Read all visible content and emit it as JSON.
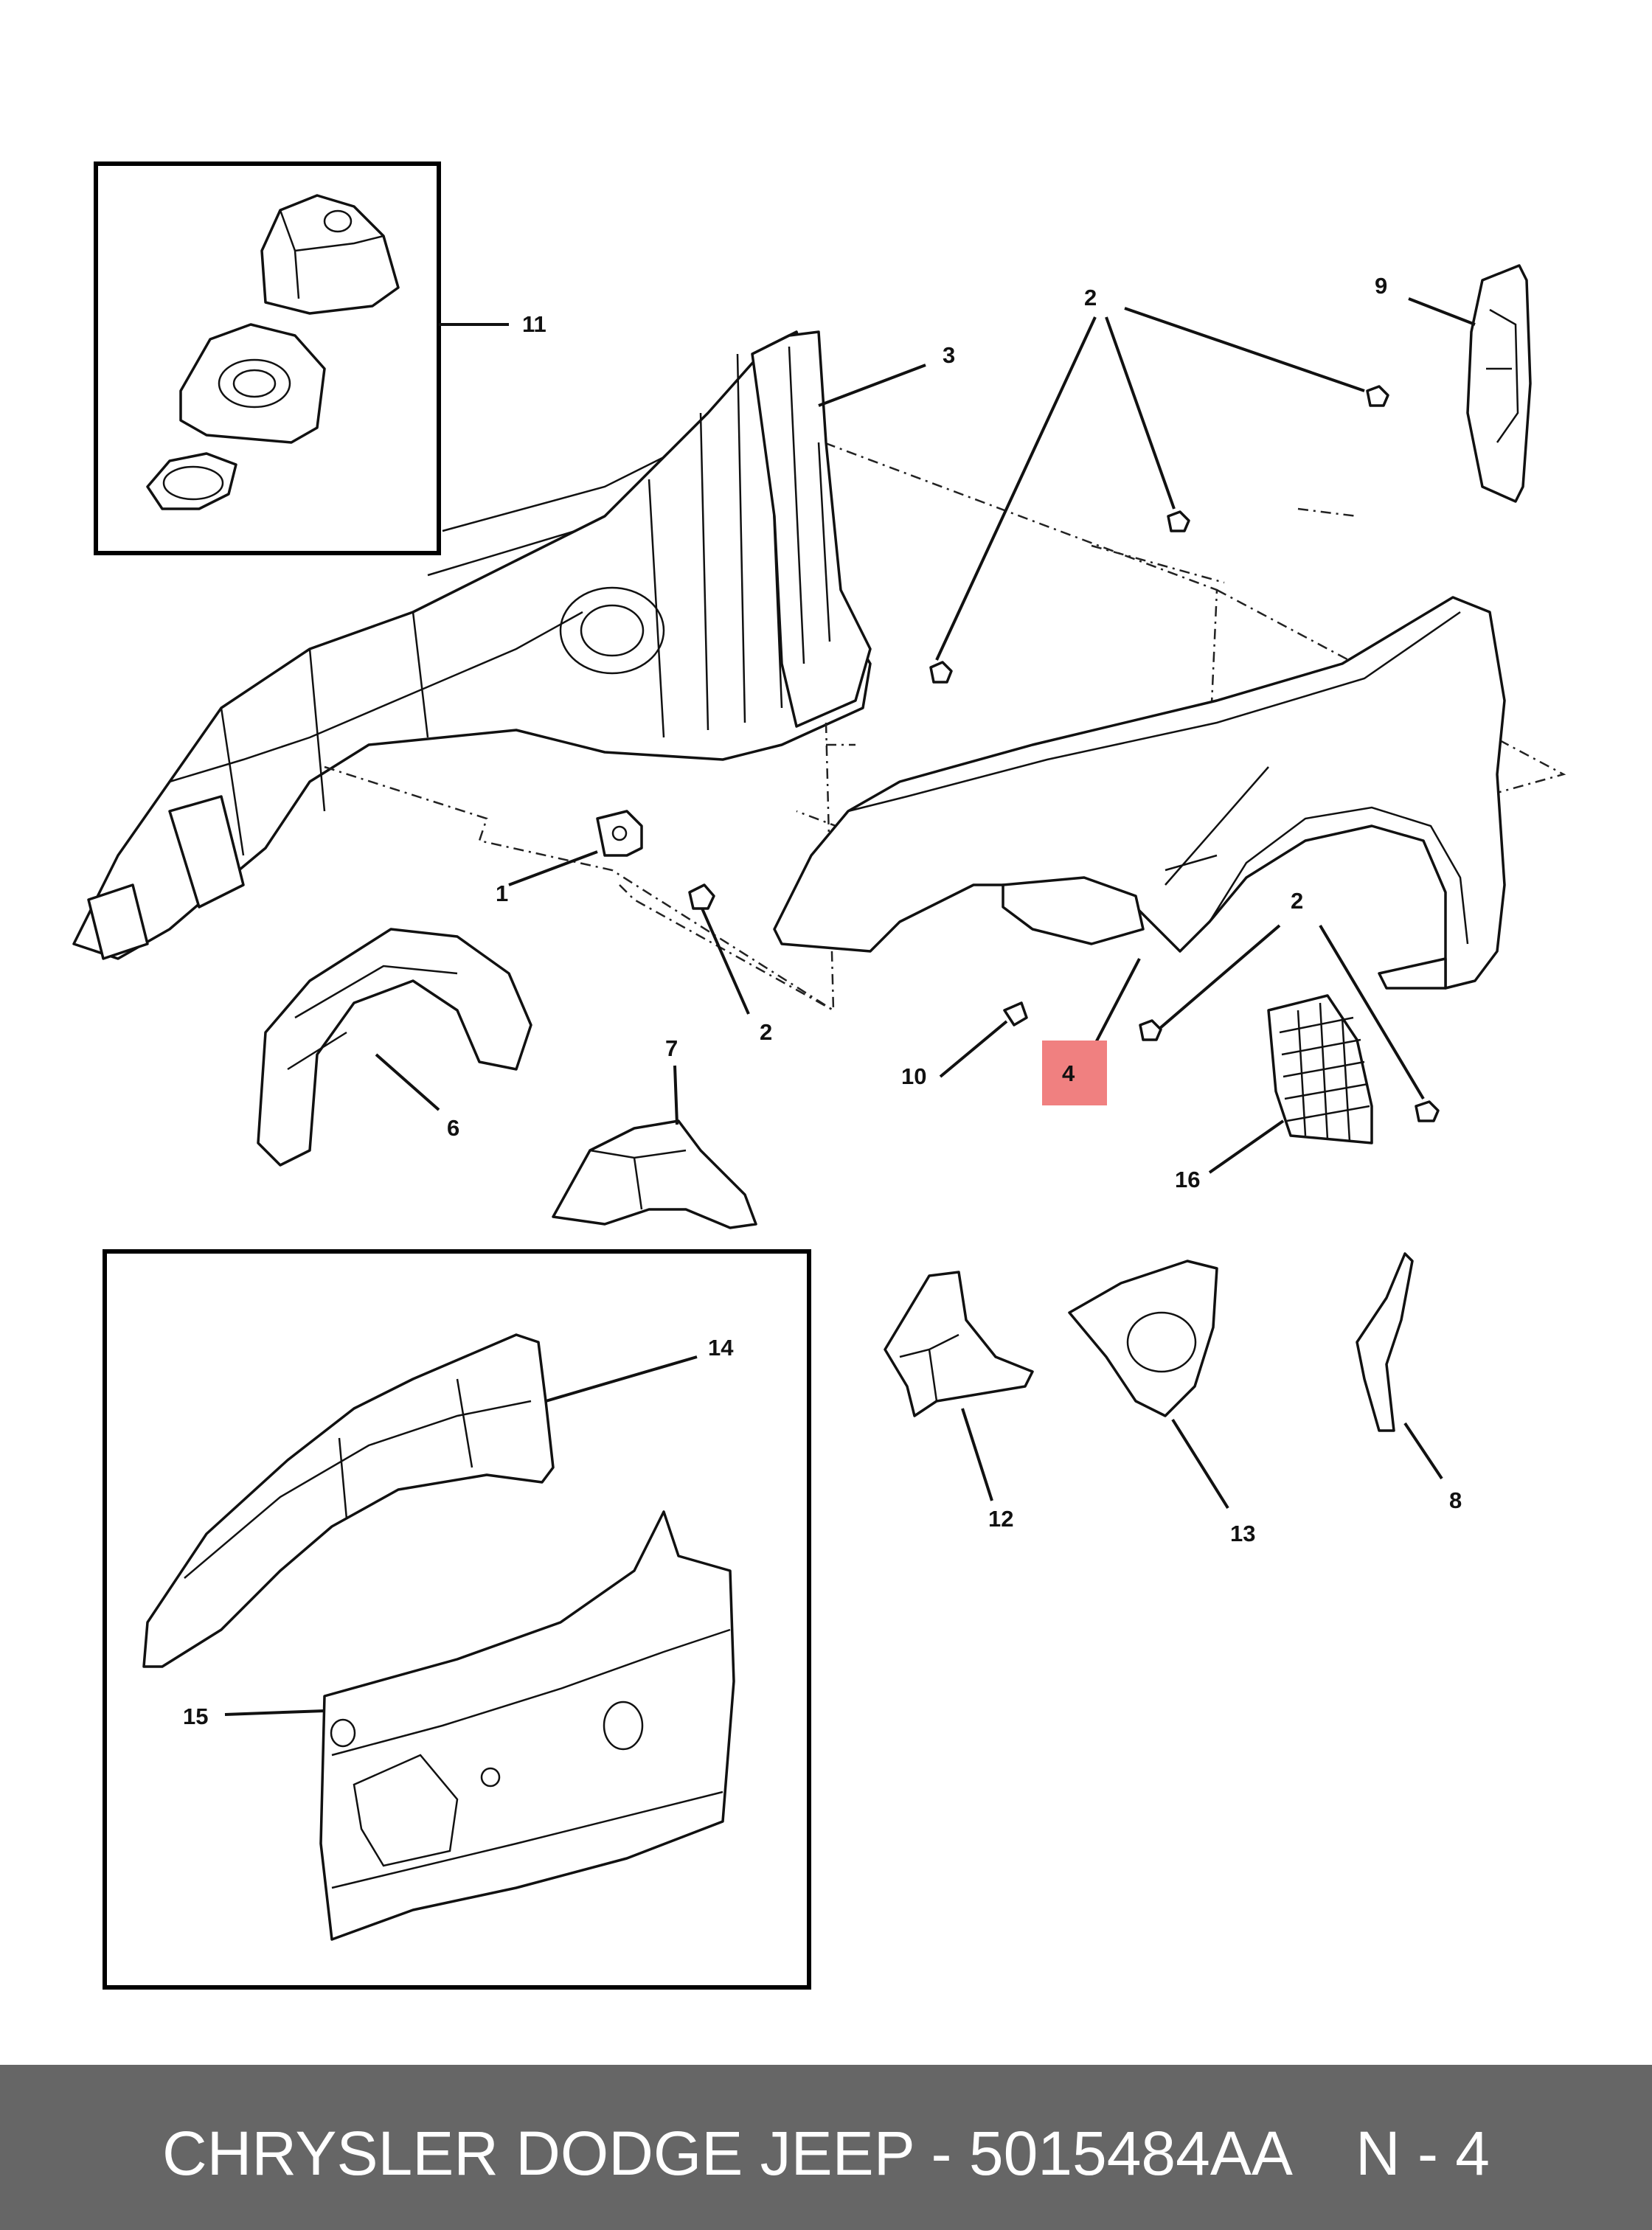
{
  "diagram": {
    "callouts": {
      "c1": "1",
      "c2a": "2",
      "c2b": "2",
      "c2c": "2",
      "c3": "3",
      "c4": "4",
      "c6": "6",
      "c7": "7",
      "c8": "8",
      "c9": "9",
      "c10": "10",
      "c11": "11",
      "c12": "12",
      "c13": "13",
      "c14": "14",
      "c15": "15",
      "c16": "16"
    },
    "highlight_color": "#f08080"
  },
  "footer": {
    "title": "CHRYSLER DODGE JEEP - 5015484AA",
    "code": "N - 4"
  }
}
